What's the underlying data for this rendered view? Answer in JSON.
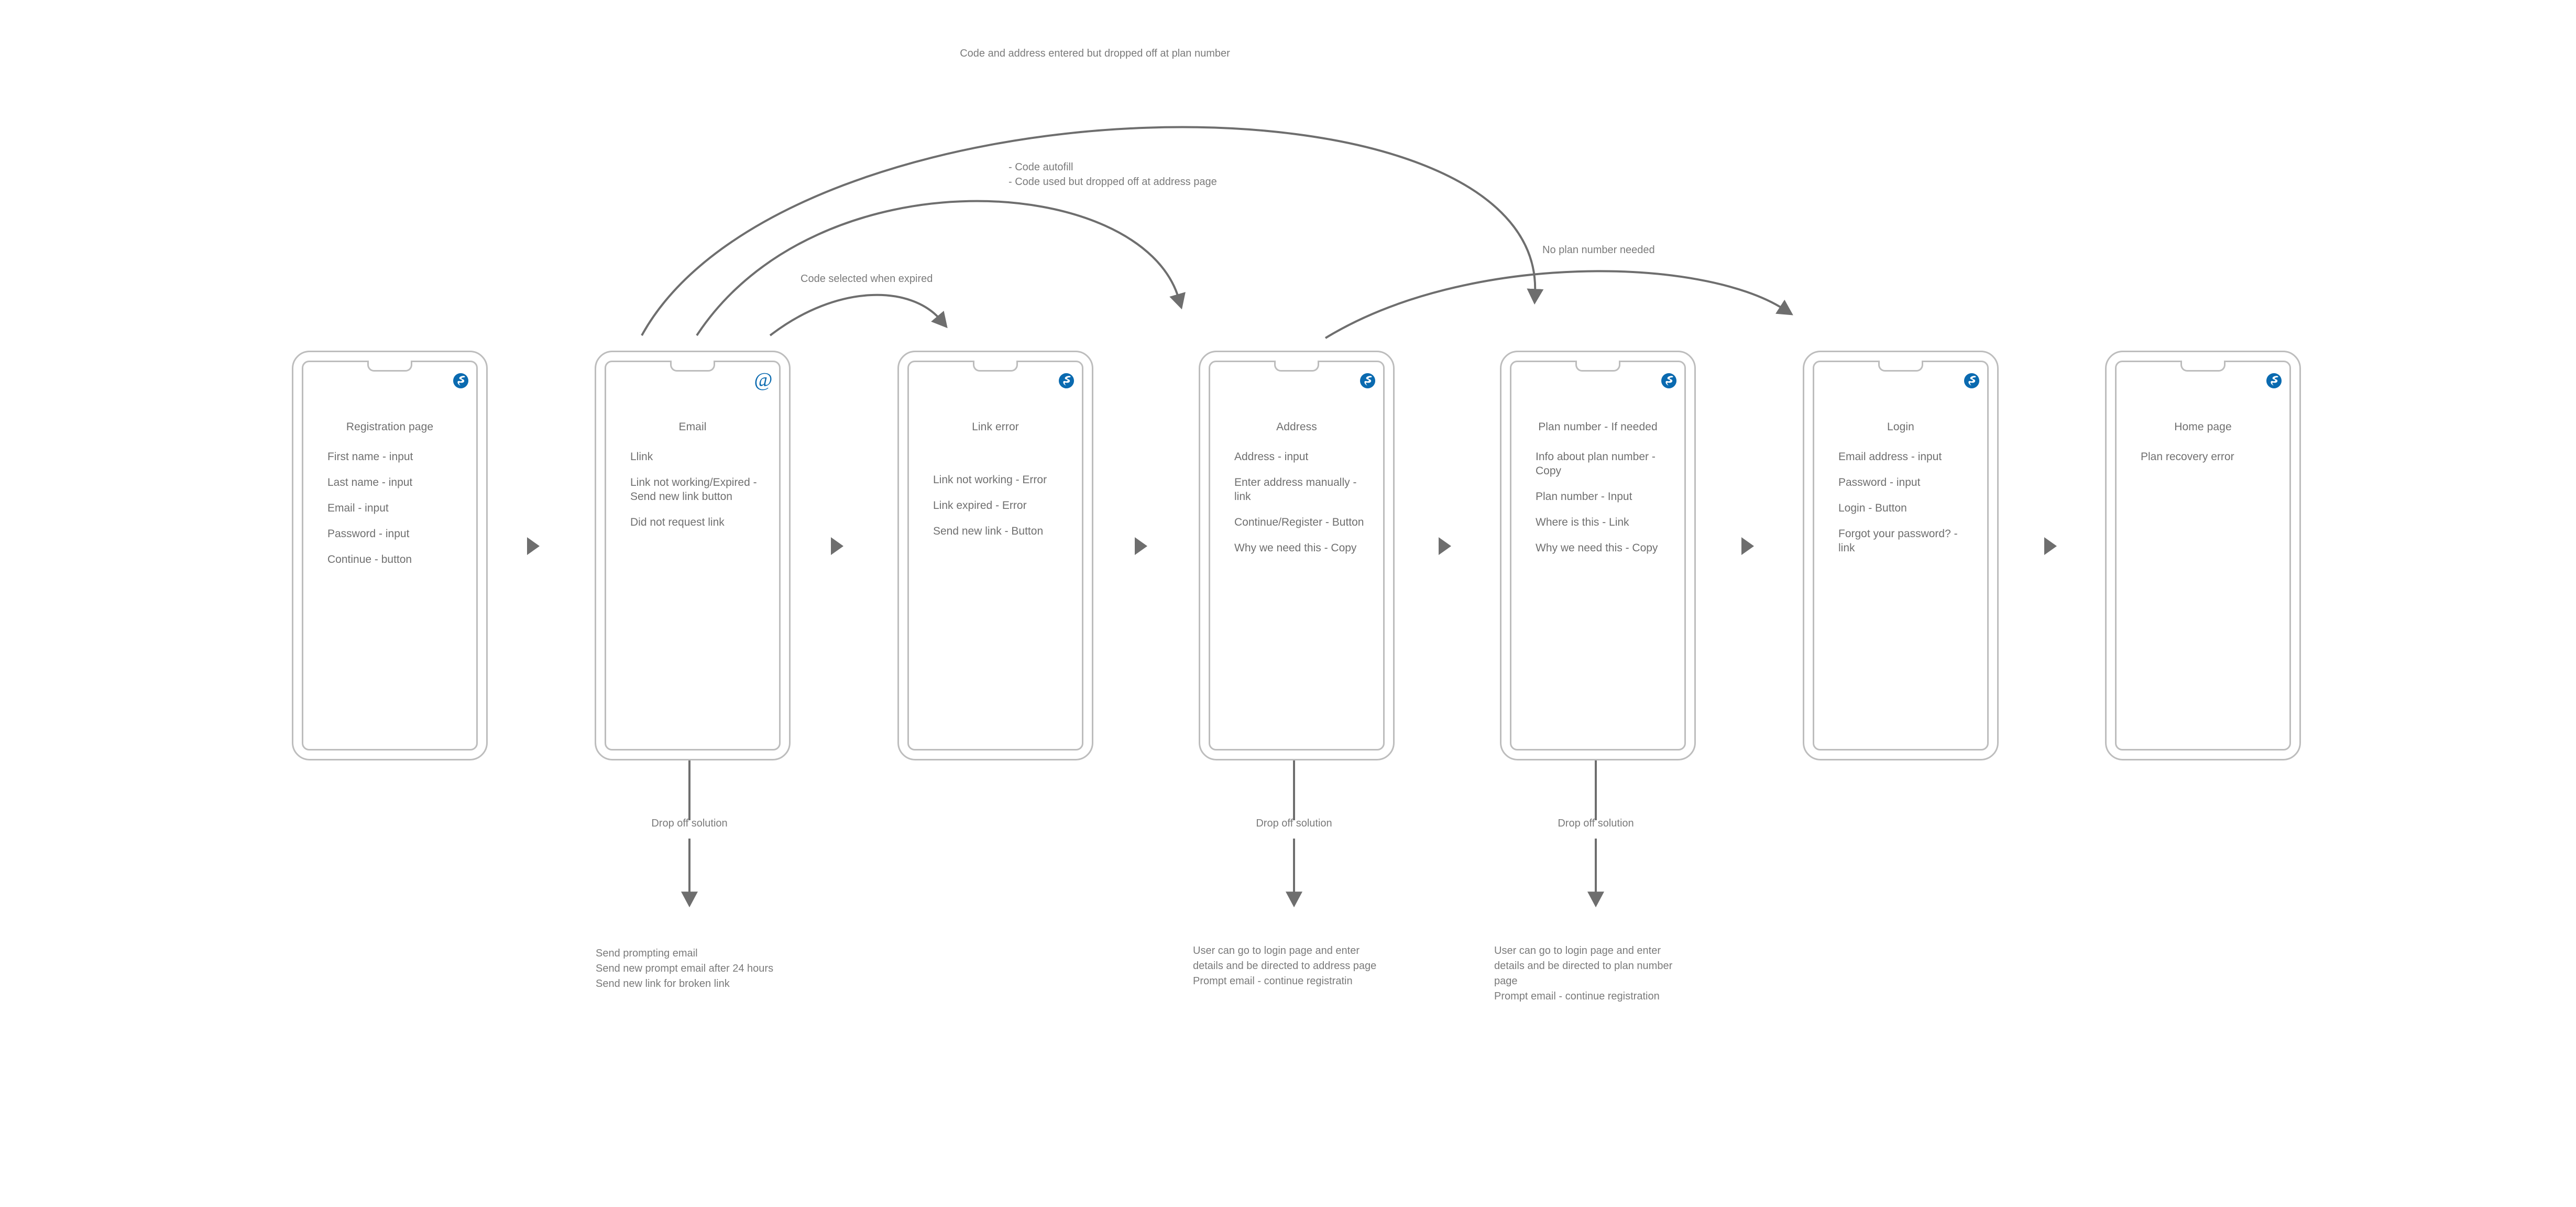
{
  "diagram": {
    "title": "Registration flow wireframe",
    "accent_color": "#0a6ab0",
    "line_color": "#6e6e6e",
    "frame_color": "#bdbdbd",
    "text_color": "#7a7a7a"
  },
  "screens": [
    {
      "id": "registration",
      "title": "Registration page",
      "icon": "globe-icon",
      "lines": [
        "First  name - input",
        "Last name - input",
        "Email - input",
        "Password - input",
        "Continue - button"
      ]
    },
    {
      "id": "email",
      "title": "Email",
      "icon": "at-icon",
      "lines": [
        "Llink",
        "Link not working/Expired - Send new link button",
        "Did not request link"
      ]
    },
    {
      "id": "link-error",
      "title": "Link error",
      "icon": "globe-icon",
      "lines": [
        "Link not working - Error",
        "Link expired - Error",
        "Send new link - Button"
      ]
    },
    {
      "id": "address",
      "title": "Address",
      "icon": "globe-icon",
      "lines": [
        "Address - input",
        "Enter address manually - link",
        "Continue/Register - Button",
        "Why we need this - Copy"
      ]
    },
    {
      "id": "plan-number",
      "title": "Plan number - If needed",
      "icon": "globe-icon",
      "lines": [
        "Info about plan number - Copy",
        "Plan number - Input",
        "Where is this - Link",
        "Why we need this - Copy"
      ]
    },
    {
      "id": "login",
      "title": "Login",
      "icon": "globe-icon",
      "lines": [
        "Email address - input",
        "Password - input",
        "Login - Button",
        "Forgot your password? - link"
      ]
    },
    {
      "id": "home",
      "title": "Home page",
      "icon": "globe-icon",
      "lines": [
        "Plan recovery error"
      ]
    }
  ],
  "flow_notes": [
    {
      "id": "note-plan-dropoff",
      "text": "Code and address entered but dropped off at plan number"
    },
    {
      "id": "note-code-autofill",
      "text": "- Code autofill\n- Code used but dropped off at address page"
    },
    {
      "id": "note-code-expired",
      "text": "Code selected when expired"
    },
    {
      "id": "note-no-plan-number",
      "text": "No plan number needed"
    }
  ],
  "dropoffs": [
    {
      "id": "dropoff-email",
      "label": "Drop off solution",
      "text": "Send prompting email\nSend new prompt email after 24 hours\nSend new link for broken link"
    },
    {
      "id": "dropoff-address",
      "label": "Drop off solution",
      "text": "User can go to login page and enter details and be directed to address page\nPrompt email - continue registratin"
    },
    {
      "id": "dropoff-plan",
      "label": "Drop off solution",
      "text": "User can go to login page and enter details and be directed to plan number page\nPrompt email - continue registration"
    }
  ]
}
